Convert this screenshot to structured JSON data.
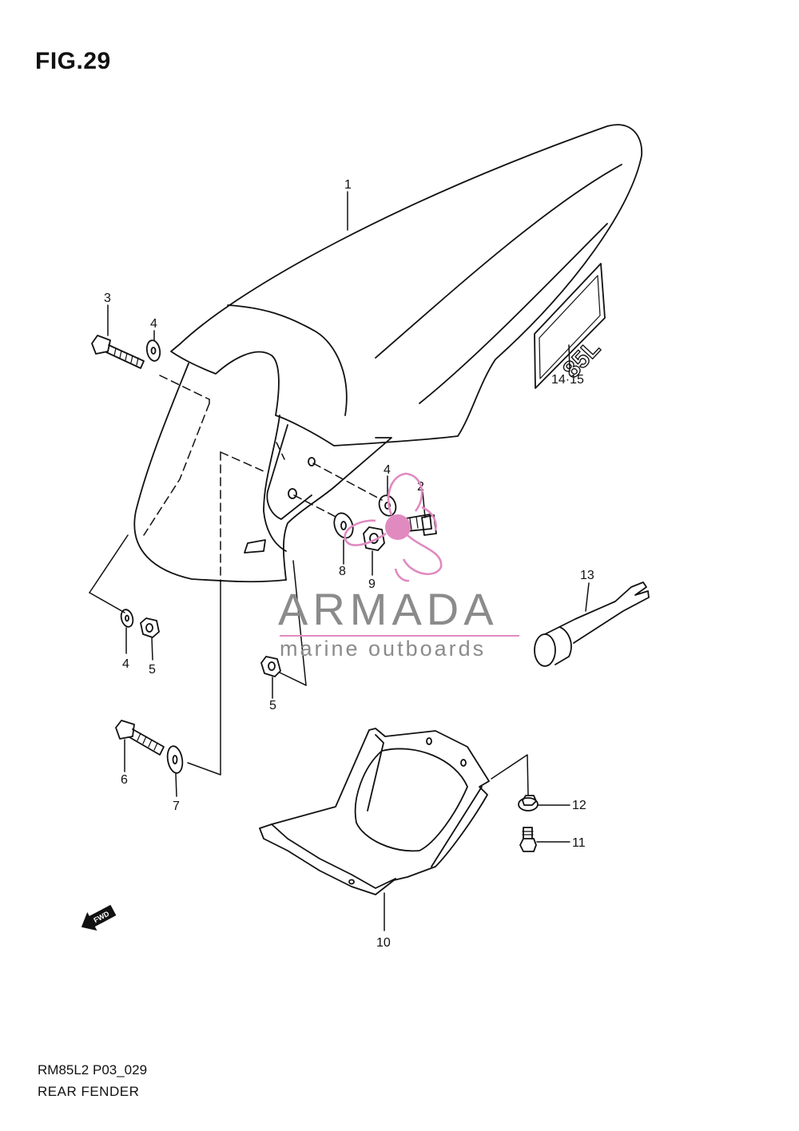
{
  "figure": {
    "title": "FIG.29"
  },
  "callouts": {
    "c1": "1",
    "c2": "2",
    "c3": "3",
    "c4a": "4",
    "c4b": "4",
    "c4c": "4",
    "c5a": "5",
    "c5b": "5",
    "c6": "6",
    "c7": "7",
    "c8": "8",
    "c9": "9",
    "c10": "10",
    "c11": "11",
    "c12": "12",
    "c13": "13",
    "c1415": "14·15"
  },
  "emblem": {
    "text": "85L"
  },
  "fwd": {
    "label": "FWD"
  },
  "footer": {
    "code": "RM85L2 P03_029",
    "name": "REAR FENDER"
  },
  "watermark": {
    "brand": "ARMADA",
    "tagline": "marine outboards"
  },
  "colors": {
    "line": "#111111",
    "watermark_text": "#8b8b8b",
    "watermark_accent": "#e08ac0"
  },
  "icons": {
    "fwd": "fwd-arrow-icon",
    "logo": "propeller-logo-icon"
  }
}
